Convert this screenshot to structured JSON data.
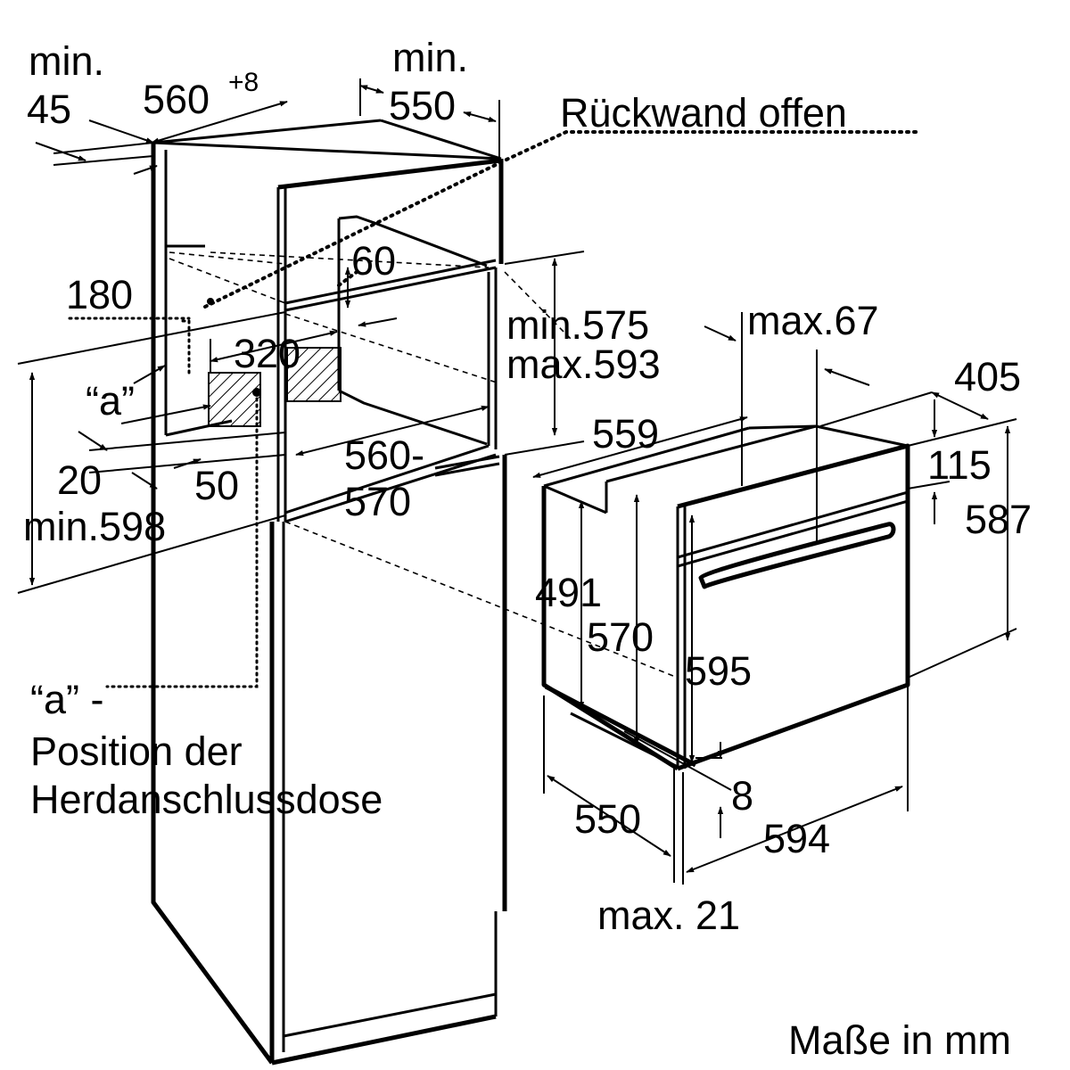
{
  "labels": {
    "min_45_top": "min.",
    "min_45_bottom": "45",
    "w560": "560",
    "w560_sup": "+8",
    "min_550_top": "min.",
    "min_550_bottom": "550",
    "rueckwand": "Rückwand offen",
    "d60": "60",
    "d180": "180",
    "d320": "320",
    "a_label": "“a”",
    "d20": "20",
    "d50": "50",
    "d560_570_top": "560-",
    "d560_570_bottom": "570",
    "min598": "min.598",
    "min575": "min.575",
    "max593": "max.593",
    "max67": "max.67",
    "d405": "405",
    "d559": "559",
    "d115": "115",
    "d587": "587",
    "d491": "491",
    "d570": "570",
    "d595": "595",
    "d8": "8",
    "d550": "550",
    "d594": "594",
    "max21": "max. 21",
    "legend_a": "“a” -",
    "legend_pos1": "Position der",
    "legend_pos2": "Herdanschlussdose",
    "units": "Maße in mm"
  }
}
